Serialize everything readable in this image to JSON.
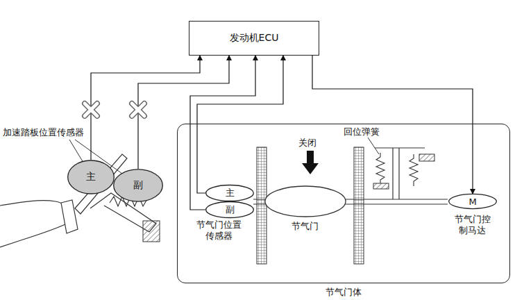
{
  "diagram": {
    "nodes": [
      {
        "text": [
          "发动机ECU"
        ]
      },
      {
        "text": [
          "主"
        ]
      },
      {
        "text": [
          "副"
        ]
      },
      {
        "text": [
          "节气门体"
        ]
      },
      {
        "text": [
          "主"
        ],
        "in": 3
      },
      {
        "text": [
          "副"
        ],
        "in": 3
      },
      {
        "text": [
          "M"
        ],
        "in": 3
      }
    ],
    "edges": [
      {
        "from": 1,
        "to": 0,
        "arrow": "to"
      },
      {
        "from": 2,
        "to": 0,
        "arrow": "to"
      },
      {
        "from": 4,
        "to": 0,
        "arrow": "to"
      },
      {
        "from": 5,
        "to": 0,
        "arrow": "to"
      },
      {
        "from": 0,
        "to": 6,
        "arrow": "to"
      }
    ],
    "labels": [
      "加速踏板位置传感器",
      "关闭",
      "回位弹簧",
      "节气门位置传感器",
      "节气门",
      "节气门控制马达"
    ]
  }
}
